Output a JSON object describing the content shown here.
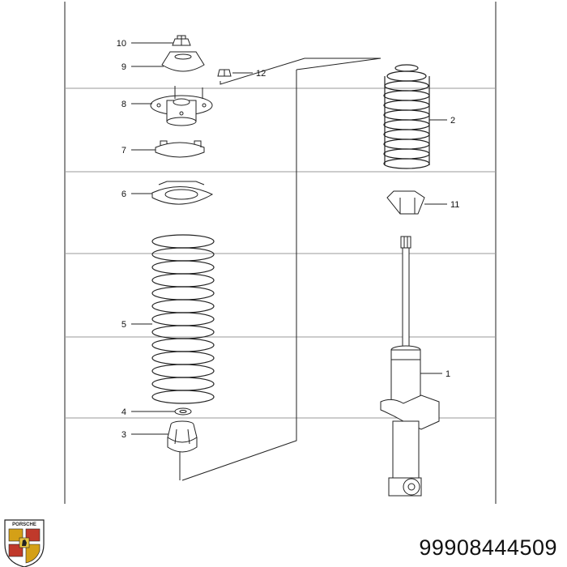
{
  "part_number": "99908444509",
  "brand": {
    "logo_text": "PORSCHE",
    "logo_icon": "porsche-crest-icon"
  },
  "labels": [
    {
      "id": "label-10",
      "text": "10"
    },
    {
      "id": "label-9",
      "text": "9"
    },
    {
      "id": "label-12",
      "text": "12"
    },
    {
      "id": "label-8",
      "text": "8"
    },
    {
      "id": "label-7",
      "text": "7"
    },
    {
      "id": "label-6",
      "text": "6"
    },
    {
      "id": "label-5",
      "text": "5"
    },
    {
      "id": "label-4",
      "text": "4"
    },
    {
      "id": "label-3",
      "text": "3"
    },
    {
      "id": "label-2",
      "text": "2"
    },
    {
      "id": "label-11",
      "text": "11"
    },
    {
      "id": "label-1",
      "text": "1"
    }
  ],
  "colors": {
    "line": "#222222",
    "logo_red": "#c0392b",
    "logo_gold": "#d4a017"
  }
}
